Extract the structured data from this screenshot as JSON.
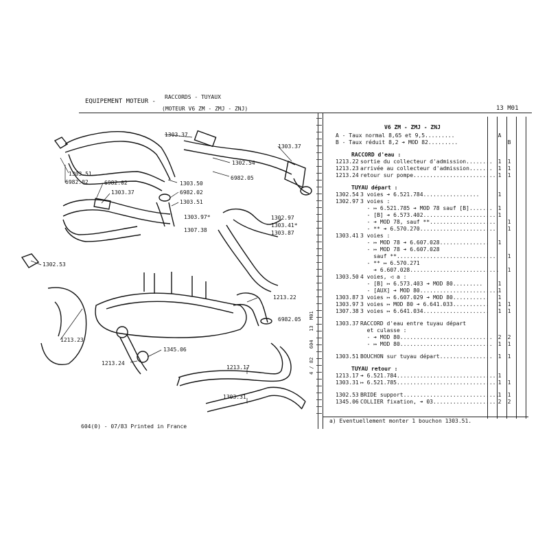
{
  "header": {
    "section": "EQUIPEMENT MOTEUR -",
    "subtitle_line1": "RACCORDS - TUYAUX",
    "subtitle_line2": "(MOTEUR V6 ZM - ZMJ - ZNJ)",
    "page_code": "13 M01"
  },
  "table_header": "V6 ZM - ZMJ - ZNJ",
  "legend": [
    {
      "text": "A - Taux normal 8,65 et 9,5.........",
      "c1": "A",
      "c2": ""
    },
    {
      "text": "B - Taux réduit 8,2 ➔ MOD 82.........",
      "c1": "",
      "c2": "B"
    }
  ],
  "sections": [
    {
      "title": "RACCORD d'eau :",
      "rows": [
        {
          "ref": "1213.22",
          "desc": "sortie du collecteur d'admission........",
          "c1": "1",
          "c2": "1"
        },
        {
          "ref": "1213.23",
          "desc": "arrivée au collecteur d'admission.......",
          "c1": "1",
          "c2": "1"
        },
        {
          "ref": "1213.24",
          "desc": "retour sur pompe.........................",
          "c1": "1",
          "c2": "1"
        }
      ]
    },
    {
      "title": "TUYAU départ :",
      "rows": [
        {
          "ref": "1302.54",
          "desc": "3 voies ➔ 6.521.784.................",
          "c1": "1",
          "c2": ""
        },
        {
          "ref": "1302.97",
          "desc": "3 voies :",
          "c1": "",
          "c2": ""
        },
        {
          "ref": "",
          "desc": "  - ↦ 6.521.785 ➔ MOD 78 sauf [B].......",
          "c1": "1",
          "c2": ""
        },
        {
          "ref": "",
          "desc": "  - [B] ➔ 6.573.402......................",
          "c1": "1",
          "c2": ""
        },
        {
          "ref": "",
          "desc": "  - ➔ MOD 78, sauf **....................",
          "c1": "",
          "c2": "1"
        },
        {
          "ref": "",
          "desc": "  - ** ➔ 6.570.270.......................",
          "c1": "",
          "c2": "1"
        },
        {
          "ref": "1303.41",
          "desc": "3 voies :",
          "c1": "",
          "c2": ""
        },
        {
          "ref": "",
          "desc": "  - ↦ MOD 78 ➔ 6.607.028...............",
          "c1": "1",
          "c2": ""
        },
        {
          "ref": "",
          "desc": "  - ↦ MOD 78 ➔ 6.607.028",
          "c1": "",
          "c2": ""
        },
        {
          "ref": "",
          "desc": "    sauf **..............................",
          "c1": "",
          "c2": "1"
        },
        {
          "ref": "",
          "desc": "  - ** ↦ 6.570.271",
          "c1": "",
          "c2": ""
        },
        {
          "ref": "",
          "desc": "    ➔ 6.607.028...........................",
          "c1": "",
          "c2": "1"
        },
        {
          "ref": "1303.50",
          "desc": "4 voies, ◁ a :",
          "c1": "",
          "c2": ""
        },
        {
          "ref": "",
          "desc": "  - [B] ↦ 6.573.403 ➔ MOD 80.........",
          "c1": "1",
          "c2": ""
        },
        {
          "ref": "",
          "desc": "  - [AUX] ➔ MOD 80........................",
          "c1": "1",
          "c2": ""
        },
        {
          "ref": "1303.87",
          "desc": "3 voies ↦ 6.607.029 ➔ MOD 80...........",
          "c1": "1",
          "c2": ""
        },
        {
          "ref": "1303.97",
          "desc": "3 voies ↦ MOD 80 ➔ 6.641.033...........",
          "c1": "1",
          "c2": "1"
        },
        {
          "ref": "1307.38",
          "desc": "3 voies ↦ 6.641.034....................",
          "c1": "1",
          "c2": "1"
        }
      ]
    },
    {
      "title": "",
      "rows": [
        {
          "ref": "1303.37",
          "desc": "RACCORD d'eau entre tuyau départ",
          "c1": "",
          "c2": ""
        },
        {
          "ref": "",
          "desc": "  et culasse :",
          "c1": "",
          "c2": ""
        },
        {
          "ref": "",
          "desc": "  - ➔ MOD 80............................",
          "c1": "2",
          "c2": "2"
        },
        {
          "ref": "",
          "desc": "  - ↦ MOD 80............................",
          "c1": "1",
          "c2": "1"
        }
      ]
    },
    {
      "title": "",
      "rows": [
        {
          "ref": "1303.51",
          "desc": "BOUCHON sur tuyau départ................",
          "c1": "1",
          "c2": "1"
        }
      ]
    },
    {
      "title": "TUYAU retour :",
      "rows": [
        {
          "ref": "1213.17",
          "desc": "➔ 6.521.784..............................",
          "c1": "1",
          "c2": ""
        },
        {
          "ref": "1303.31",
          "desc": "↦ 6.521.785..............................",
          "c1": "1",
          "c2": "1"
        }
      ]
    },
    {
      "title": "",
      "rows": [
        {
          "ref": "1302.53",
          "desc": "BRIDE support.............................",
          "c1": "1",
          "c2": "1"
        },
        {
          "ref": "1345.06",
          "desc": "COLLIER fixation, ➔ 03...................",
          "c1": "2",
          "c2": "2"
        }
      ]
    }
  ],
  "footnote": "a) Eventuellement monter 1 bouchon 1303.51.",
  "vertical_code": "4 / 82   604   13  M01",
  "printed": "604(0) - 07/83 Printed in France",
  "diagram_labels": {
    "l1": "1303.37",
    "l2": "1303.37",
    "l3": "1303.51",
    "l4": "6982.02",
    "l5": "1302.54",
    "l6": "1303.50",
    "l7": "6982.05",
    "l8": "6982.02",
    "l9": "1303.37",
    "l10": "6982.02",
    "l11": "1303.51",
    "l12": "1303.97*",
    "l13": "1307.38",
    "l14": "1302.97",
    "l15": "1303.41*",
    "l16": "1303.87",
    "l17": "1302.53",
    "l18": "1213.22",
    "l19": "6982.05",
    "l20": "1213.23",
    "l21": "1345.06",
    "l22": "1213.24",
    "l23": "1213.17",
    "l24": "1303.31"
  }
}
